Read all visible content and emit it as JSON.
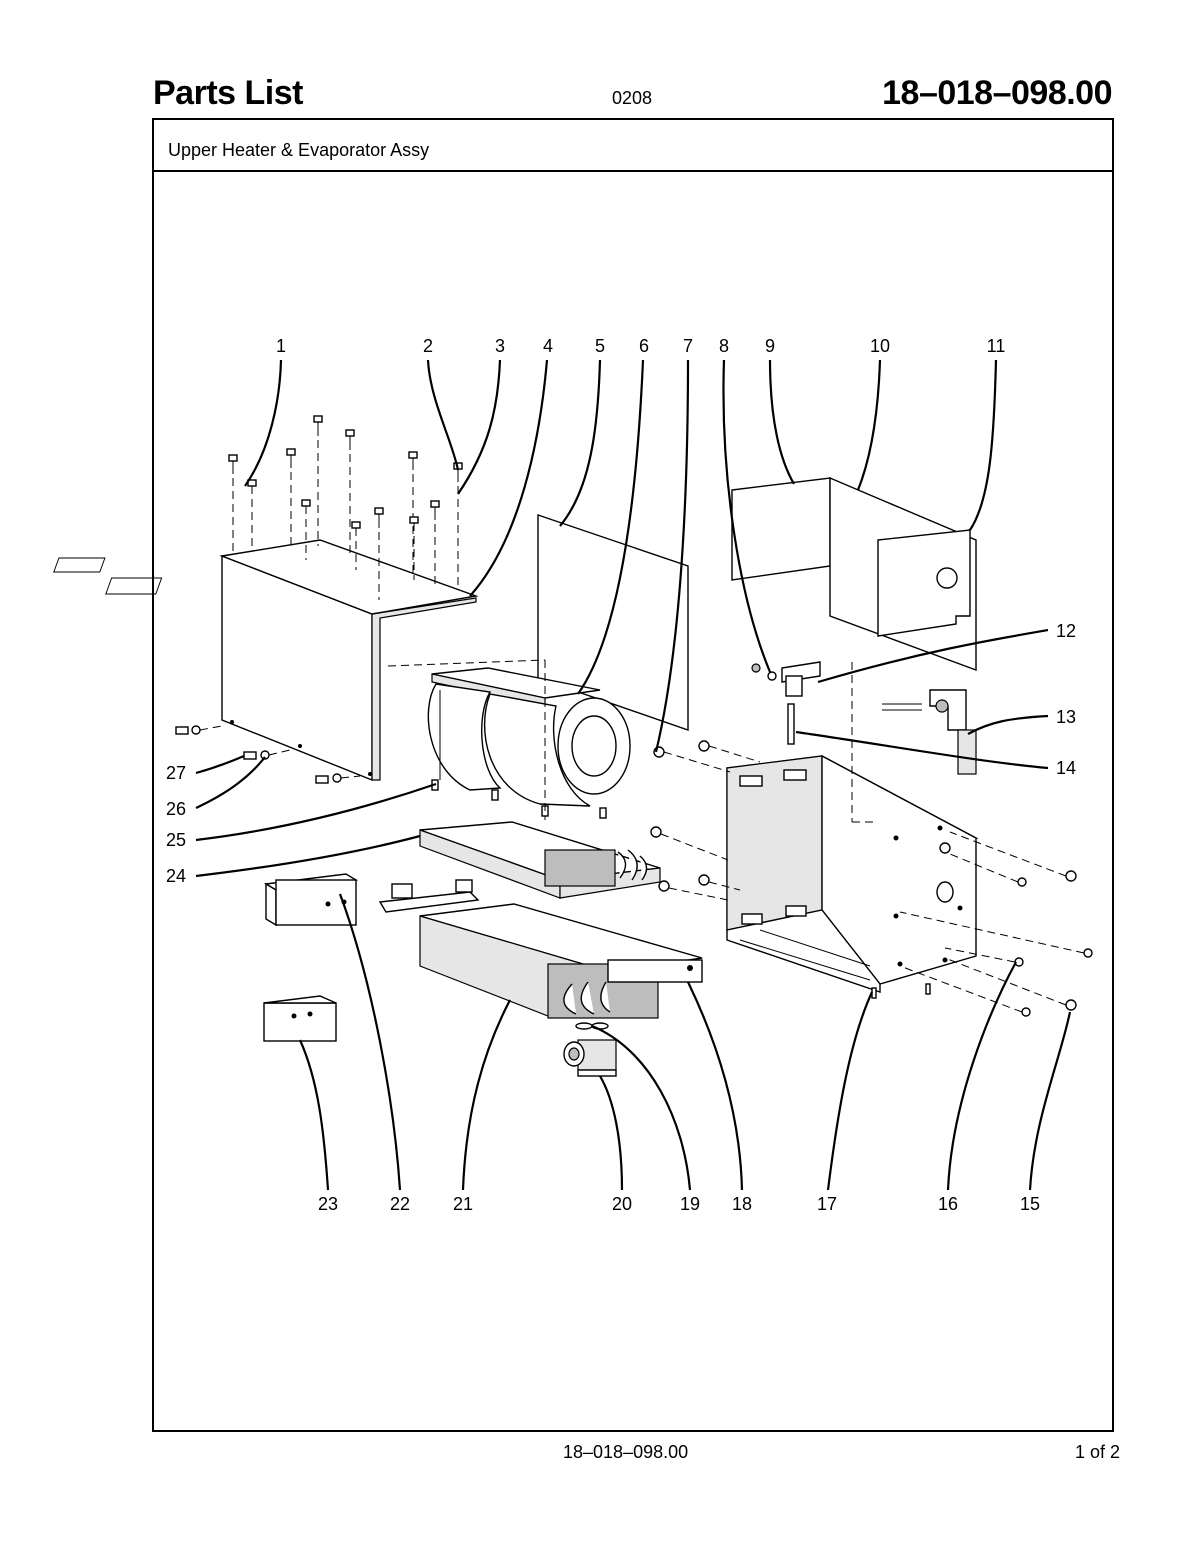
{
  "header": {
    "title": "Parts List",
    "revision": "0208",
    "document_number": "18–018–098.00"
  },
  "section": {
    "title": "Upper Heater & Evaporator Assy"
  },
  "diagram": {
    "callouts": [
      "1",
      "2",
      "3",
      "4",
      "5",
      "6",
      "7",
      "8",
      "9",
      "10",
      "11",
      "12",
      "13",
      "14",
      "15",
      "16",
      "17",
      "18",
      "19",
      "20",
      "21",
      "22",
      "23",
      "24",
      "25",
      "26",
      "27"
    ]
  },
  "footer": {
    "document_number": "18–018–098.00",
    "page": "1 of 2"
  }
}
